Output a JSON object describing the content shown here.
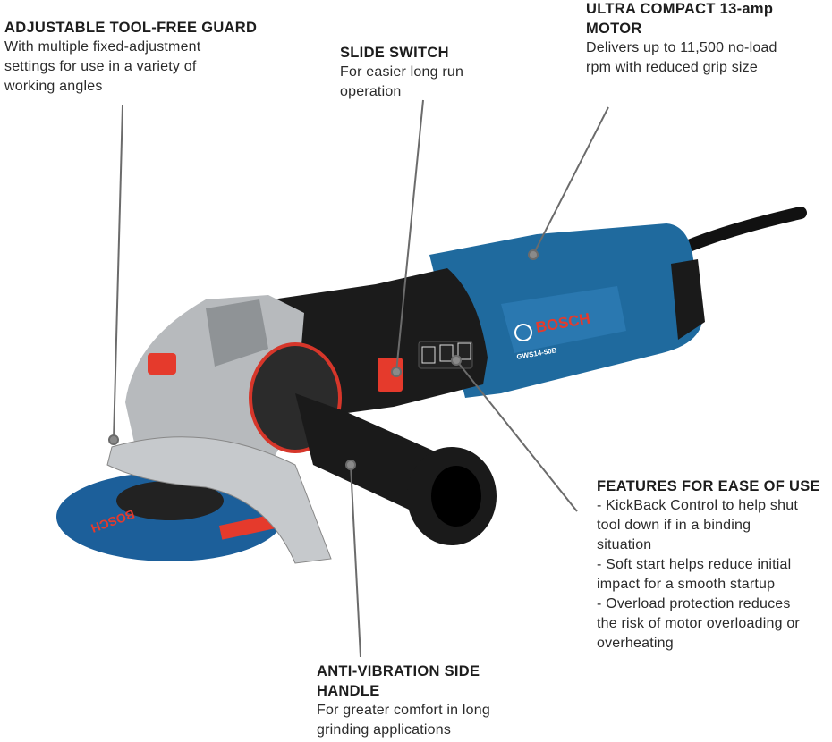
{
  "callouts": {
    "guard": {
      "title": "ADJUSTABLE TOOL-FREE GUARD",
      "lines": [
        "With multiple fixed-adjustment",
        "settings for use in a variety of",
        "working angles"
      ]
    },
    "switch": {
      "title": "SLIDE SWITCH",
      "lines": [
        "For easier long run",
        "operation"
      ]
    },
    "motor": {
      "title_lines": [
        "ULTRA COMPACT 13-amp",
        "MOTOR"
      ],
      "lines": [
        "Delivers up to 11,500 no-load",
        "rpm with reduced grip size"
      ]
    },
    "features": {
      "title": "FEATURES FOR EASE OF USE",
      "lines": [
        "- KickBack Control to help shut",
        "tool down if in a binding",
        "situation",
        "- Soft start helps reduce initial",
        "impact for a smooth startup",
        "- Overload protection reduces",
        "the risk of motor overloading or",
        "overheating"
      ]
    },
    "handle": {
      "title_lines": [
        "ANTI-VIBRATION SIDE",
        "HANDLE"
      ],
      "lines": [
        "For greater comfort in long",
        "grinding applications"
      ]
    }
  },
  "product": {
    "brand": "BOSCH",
    "model": "GWS14-50B",
    "disc_brand": "BOSCH"
  },
  "colors": {
    "tool_blue": "#1f6a9e",
    "accent_red": "#e53a2c",
    "disc_blue": "#1c5f9a",
    "leader_line": "#6b6b6b"
  }
}
